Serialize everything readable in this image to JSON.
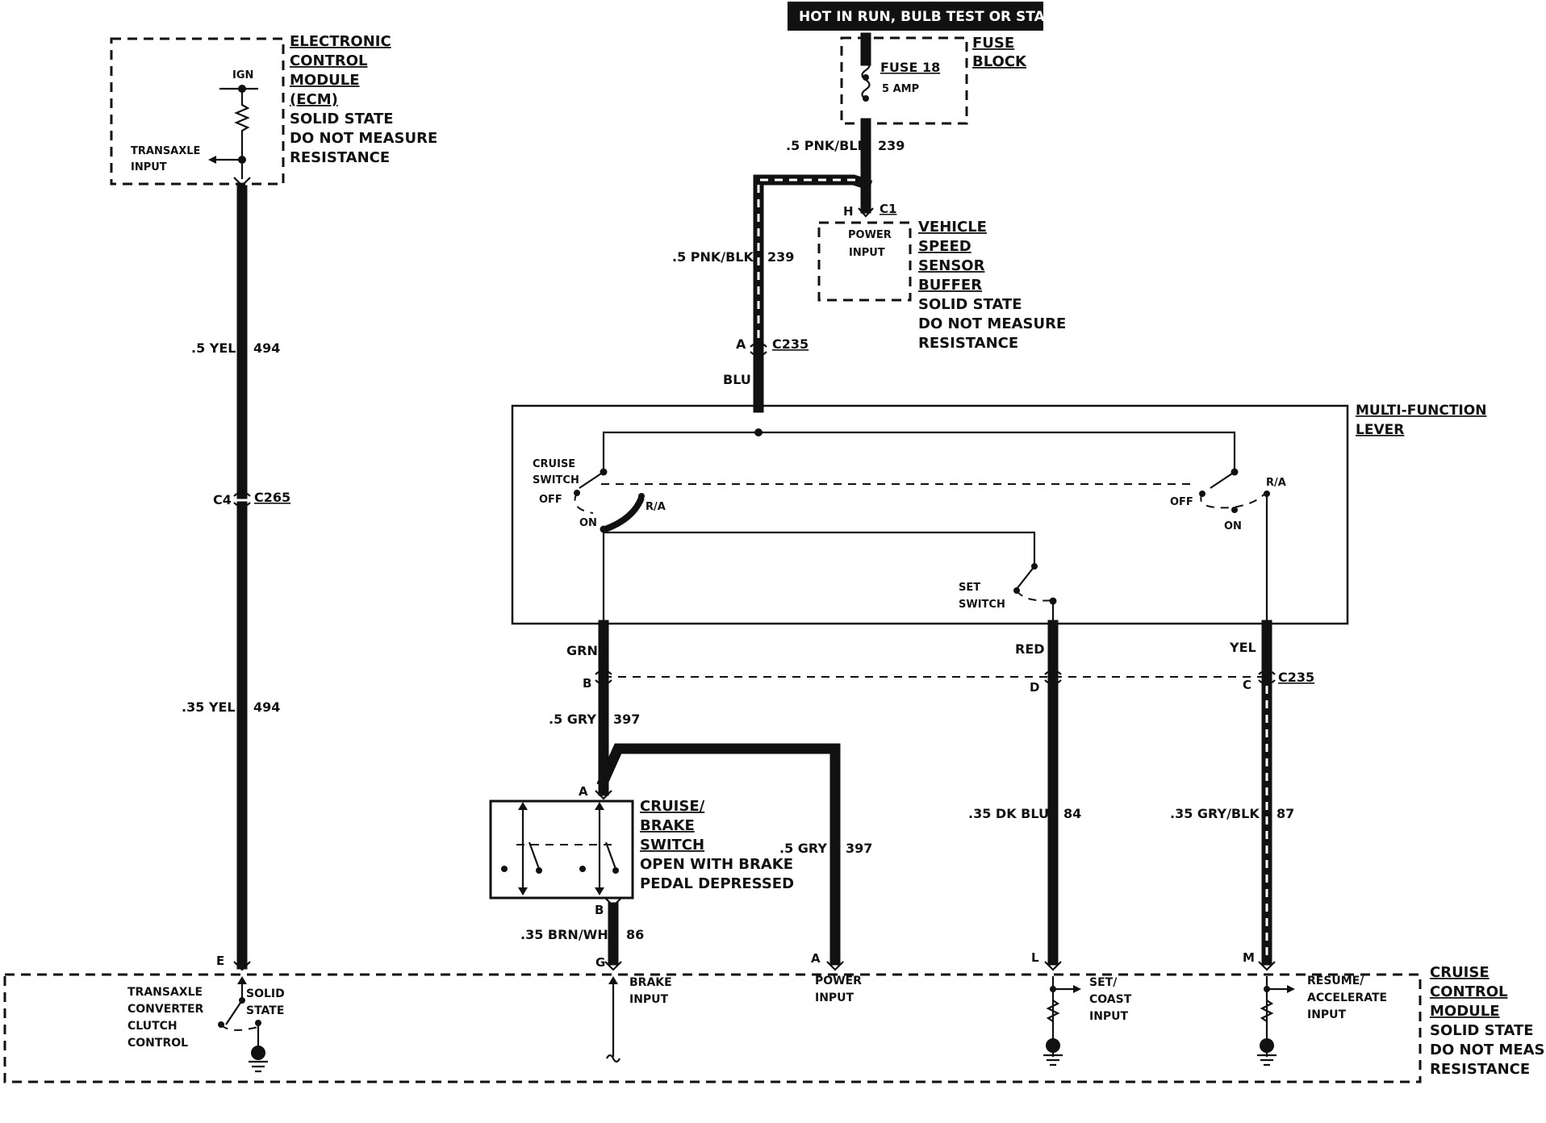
{
  "header": {
    "hot_label": "HOT IN RUN, BULB TEST OR START"
  },
  "fuse_block": {
    "fuse": "FUSE 18",
    "amp": "5 AMP",
    "title_1": "FUSE",
    "title_2": "BLOCK"
  },
  "ecm": {
    "title_1": "ELECTRONIC",
    "title_2": "CONTROL",
    "title_3": "MODULE",
    "abbr": "(ECM)",
    "note_1": "SOLID STATE",
    "note_2": "DO NOT MEASURE",
    "note_3": "RESISTANCE",
    "ign": "IGN",
    "input_1": "TRANSAXLE",
    "input_2": "INPUT"
  },
  "vss_buffer": {
    "title_1": "VEHICLE",
    "title_2": "SPEED",
    "title_3": "SENSOR",
    "title_4": "BUFFER",
    "note_1": "SOLID STATE",
    "note_2": "DO NOT MEASURE",
    "note_3": "RESISTANCE",
    "input_1": "POWER",
    "input_2": "INPUT",
    "pin": "H",
    "connector": "C1"
  },
  "multi_function": {
    "title_1": "MULTI-FUNCTION",
    "title_2": "LEVER",
    "cruise_1": "CRUISE",
    "cruise_2": "SWITCH",
    "off": "OFF",
    "on": "ON",
    "ra": "R/A",
    "off_r": "OFF",
    "on_r": "ON",
    "ra_r": "R/A",
    "set_1": "SET",
    "set_2": "SWITCH"
  },
  "brake_switch": {
    "title_1": "CRUISE/",
    "title_2": "BRAKE",
    "title_3": "SWITCH",
    "note_1": "OPEN WITH BRAKE",
    "note_2": "PEDAL DEPRESSED",
    "pin_a": "A",
    "pin_b": "B"
  },
  "ccm": {
    "title_1": "CRUISE",
    "title_2": "CONTROL",
    "title_3": "MODULE",
    "note_1": "SOLID STATE",
    "note_2": "DO NOT MEASURE",
    "note_3": "RESISTANCE",
    "tcc_1": "TRANSAXLE",
    "tcc_2": "CONVERTER",
    "tcc_3": "CLUTCH",
    "tcc_4": "CONTROL",
    "ss_1": "SOLID",
    "ss_2": "STATE",
    "brake_1": "BRAKE",
    "brake_2": "INPUT",
    "power_1": "POWER",
    "power_2": "INPUT",
    "setcoast_1": "SET/",
    "setcoast_2": "COAST",
    "setcoast_3": "INPUT",
    "resume_1": "RESUME/",
    "resume_2": "ACCELERATE",
    "resume_3": "INPUT",
    "pin_e": "E",
    "pin_g": "G",
    "pin_a": "A",
    "pin_l": "L",
    "pin_m": "M"
  },
  "wires": {
    "w239_top_label": ".5 PNK/BLK",
    "w239_top_num": "239",
    "w239_left_label": ".5 PNK/BLK",
    "w239_left_num": "239",
    "blu": "BLU",
    "yel494_top": ".5 YEL",
    "yel494_top_num": "494",
    "yel494_bot": ".35 YEL",
    "yel494_bot_num": "494",
    "grn": "GRN",
    "red": "RED",
    "yel": "YEL",
    "gry397_a": ".5 GRY",
    "gry397_a_num": "397",
    "gry397_b": ".5 GRY",
    "gry397_b_num": "397",
    "dkblu": ".35 DK BLU",
    "dkblu_num": "84",
    "grybl": ".35 GRY/BLK",
    "grybl_num": "87",
    "brn": ".35 BRN/WHT",
    "brn_num": "86"
  },
  "connectors": {
    "c235_top": "C235",
    "c235_top_pin": "A",
    "c265": "C265",
    "c265_pin": "C4",
    "c235_mid": "C235",
    "pin_b": "B",
    "pin_d": "D",
    "pin_c": "C"
  }
}
